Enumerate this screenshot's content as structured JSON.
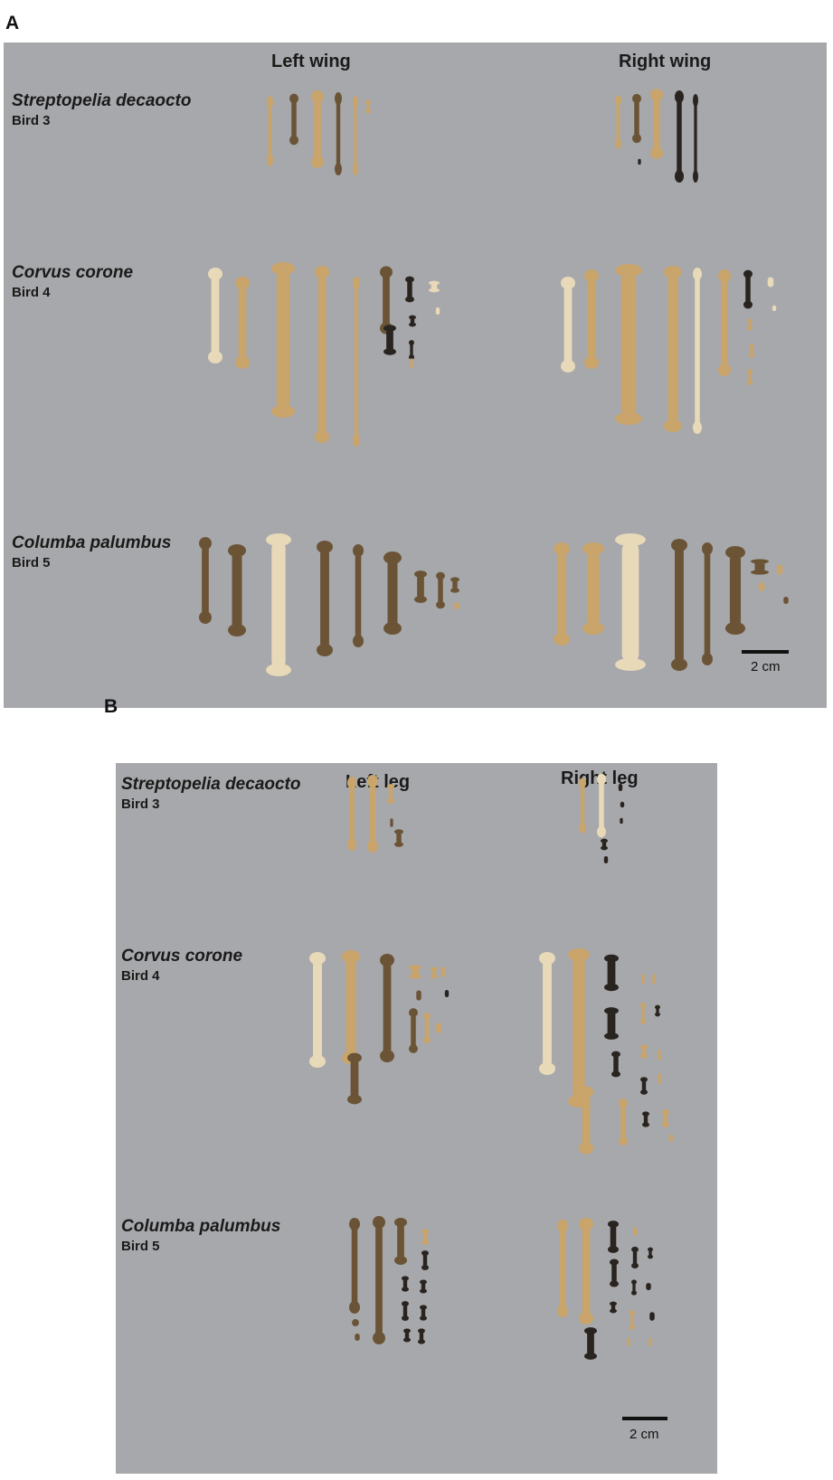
{
  "panels": [
    {
      "letter": "A",
      "columns": [
        "Left wing",
        "Right wing"
      ],
      "rows": [
        {
          "species": "Streptopelia decaocto",
          "bird": "Bird 3"
        },
        {
          "species": "Corvus corone",
          "bird": "Bird 4"
        },
        {
          "species": "Columba palumbus",
          "bird": "Bird 5"
        }
      ],
      "scale": "2 cm"
    },
    {
      "letter": "B",
      "columns": [
        "Left leg",
        "Right leg"
      ],
      "rows": [
        {
          "species": "Streptopelia decaocto",
          "bird": "Bird 3"
        },
        {
          "species": "Corvus corone",
          "bird": "Bird 4"
        },
        {
          "species": "Columba palumbus",
          "bird": "Bird 5"
        }
      ],
      "scale": "2 cm"
    }
  ],
  "colors": {
    "background": "#a7a8ab",
    "bone_pale": "#e8d9b8",
    "bone_tan": "#c9a46b",
    "bone_dark": "#6b5436",
    "bone_charred": "#2a2420"
  }
}
